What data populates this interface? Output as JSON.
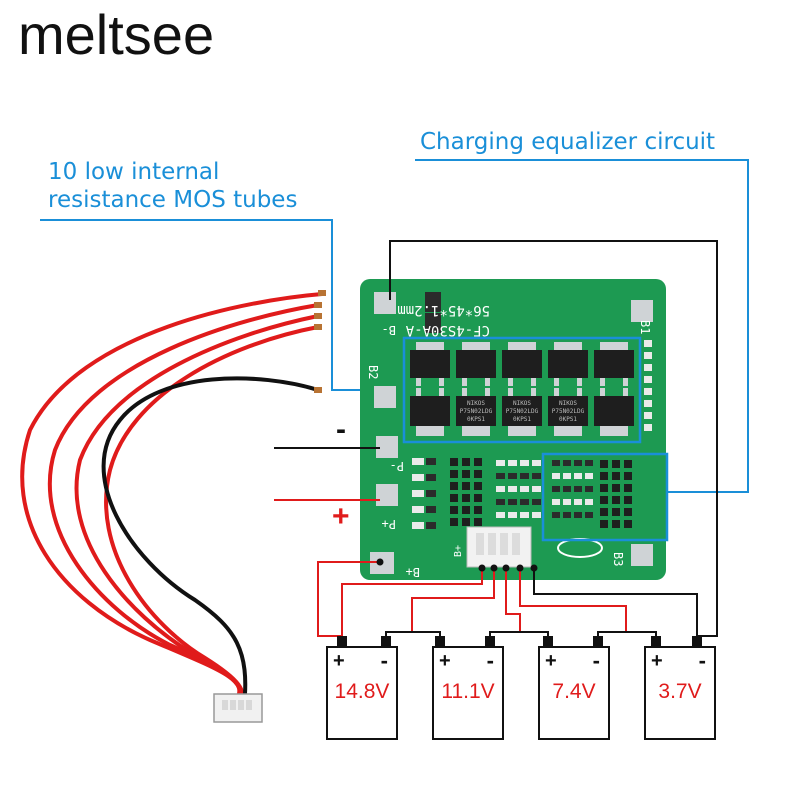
{
  "brand": "meltsee",
  "callouts": {
    "mos": [
      "10 low internal",
      "resistance MOS tubes"
    ],
    "equalizer": "Charging equalizer circuit"
  },
  "signs": {
    "negative": "-",
    "positive": "+"
  },
  "board": {
    "title_lines": [
      "56*45*1.2mm",
      "CF-4S30A-A"
    ],
    "pad_labels": {
      "b_minus": "B-",
      "b1": "B1",
      "b2": "B2",
      "p_minus": "P-",
      "p_plus": "P+",
      "b_plus": "B+",
      "b3": "B3",
      "connector": "B+"
    },
    "mos_marking": [
      "NIKOS",
      "P75N02LDG",
      "0KPS1"
    ]
  },
  "batteries": [
    {
      "plus": "+",
      "minus": "-",
      "voltage": "14.8V"
    },
    {
      "plus": "+",
      "minus": "-",
      "voltage": "11.1V"
    },
    {
      "plus": "+",
      "minus": "-",
      "voltage": "7.4V"
    },
    {
      "plus": "+",
      "minus": "-",
      "voltage": "3.7V"
    }
  ],
  "colors": {
    "pcb": "#1d9a52",
    "accent_blue": "#1a8fd8",
    "wire_red": "#e01b1b",
    "wire_black": "#111111"
  }
}
